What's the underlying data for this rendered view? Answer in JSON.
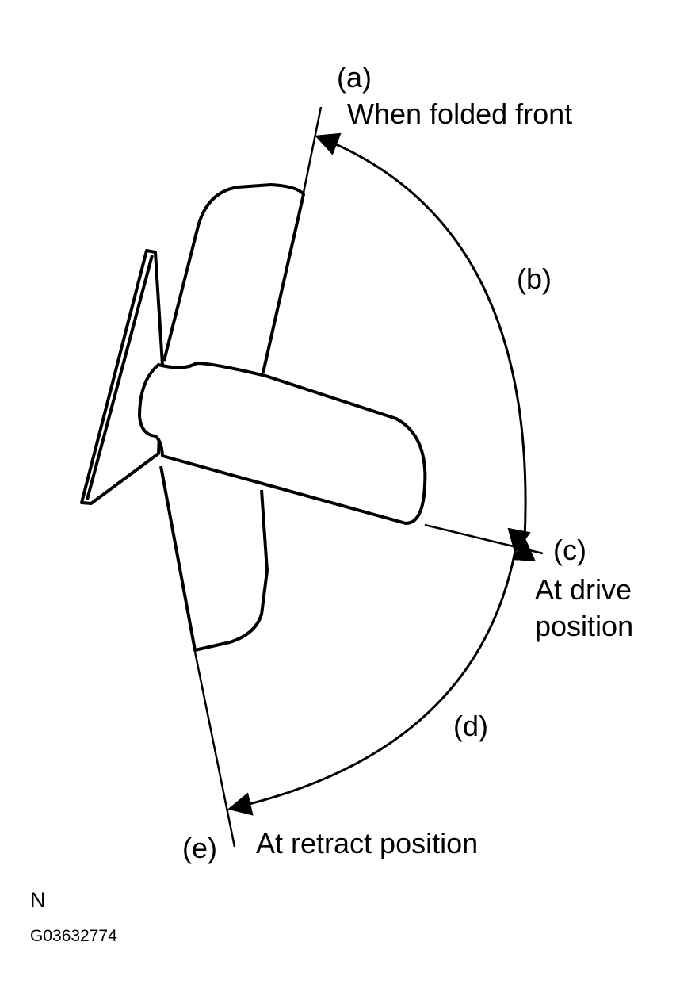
{
  "labels": {
    "a_marker": "(a)",
    "a_text": "When folded front",
    "b_marker": "(b)",
    "c_marker": "(c)",
    "c_text_line1": "At drive",
    "c_text_line2": "position",
    "d_marker": "(d)",
    "e_marker": "(e)",
    "e_text": "At retract position"
  },
  "footer": {
    "letter": "N",
    "figure_code": "G03632774"
  }
}
